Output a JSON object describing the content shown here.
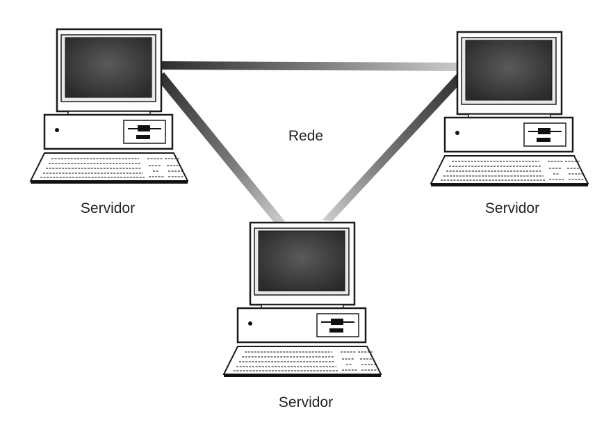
{
  "diagram": {
    "network_label": "Rede",
    "nodes": [
      {
        "label": "Servidor"
      },
      {
        "label": "Servidor"
      },
      {
        "label": "Servidor"
      }
    ]
  },
  "colors": {
    "link_dark": "#2b2b2b",
    "link_light": "#c9c9c9",
    "screen_dark": "#2a2a2a",
    "outline": "#1a1a1a"
  }
}
